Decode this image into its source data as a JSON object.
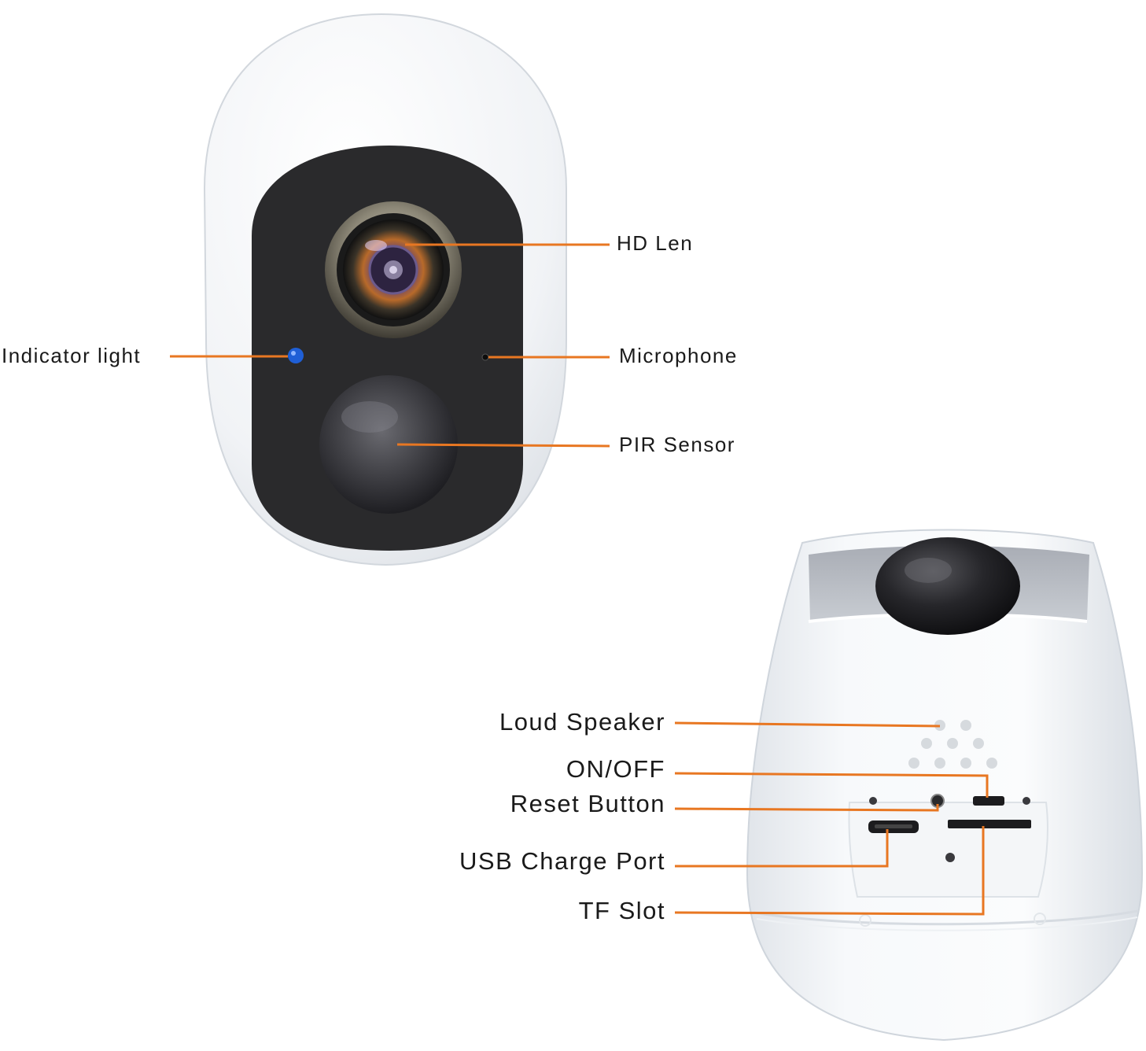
{
  "front_view": {
    "callouts": {
      "hd_lens": "HD Len",
      "indicator_light": "Indicator light",
      "microphone": "Microphone",
      "pir_sensor": "PIR Sensor"
    }
  },
  "back_view": {
    "callouts": {
      "loud_speaker": "Loud Speaker",
      "on_off": "ON/OFF",
      "reset_button": "Reset Button",
      "usb_charge_port": "USB Charge Port",
      "tf_slot": "TF Slot"
    }
  },
  "colors": {
    "leader_line": "#e87722",
    "camera_body": "#f4f6f8",
    "face_plate": "#2a2a2c",
    "indicator_led": "#1f5fd6",
    "label_text": "#1a1a1a"
  }
}
